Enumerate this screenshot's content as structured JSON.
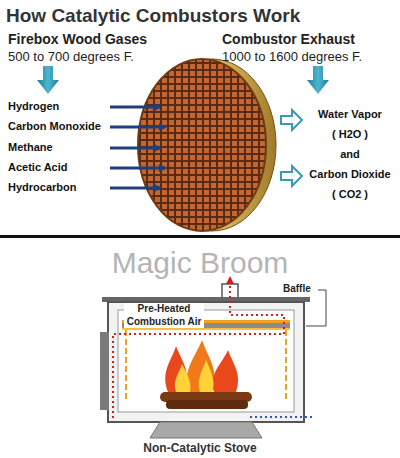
{
  "diagram": {
    "title": "How Catalytic Combustors Work",
    "labels": [
      "Firebox Wood Gases",
      "500 to 700 degrees F.",
      "Combustor Exhaust",
      "1000 to 1600 degrees F.",
      "Hydrogen",
      "Carbon Monoxide",
      "Methane",
      "Acetic Acid",
      "Hydrocarbon",
      "Water Vapor",
      "( H2O )",
      "and",
      "Carbon Dioxide",
      "( CO2 )",
      "Magic Broom",
      "Pre-Heated Combustion Air",
      "Baffle",
      "Non-Catalytic Stove"
    ]
  }
}
